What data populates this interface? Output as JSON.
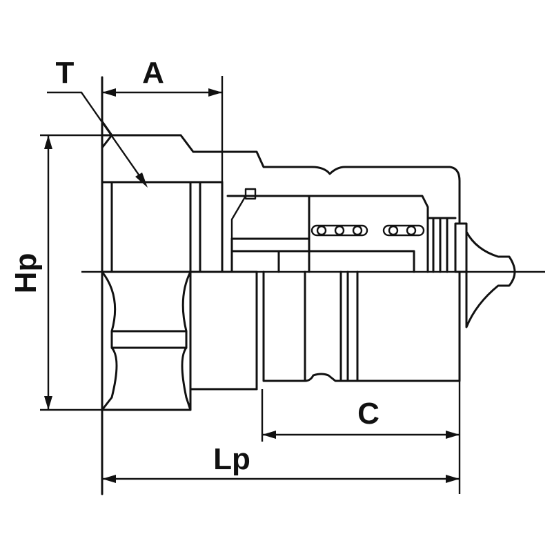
{
  "labels": {
    "thread": "T",
    "depth": "A",
    "height": "Hp",
    "body_length": "C",
    "total_length": "Lp"
  },
  "colors": {
    "ink": "#111111",
    "background": "#ffffff"
  }
}
